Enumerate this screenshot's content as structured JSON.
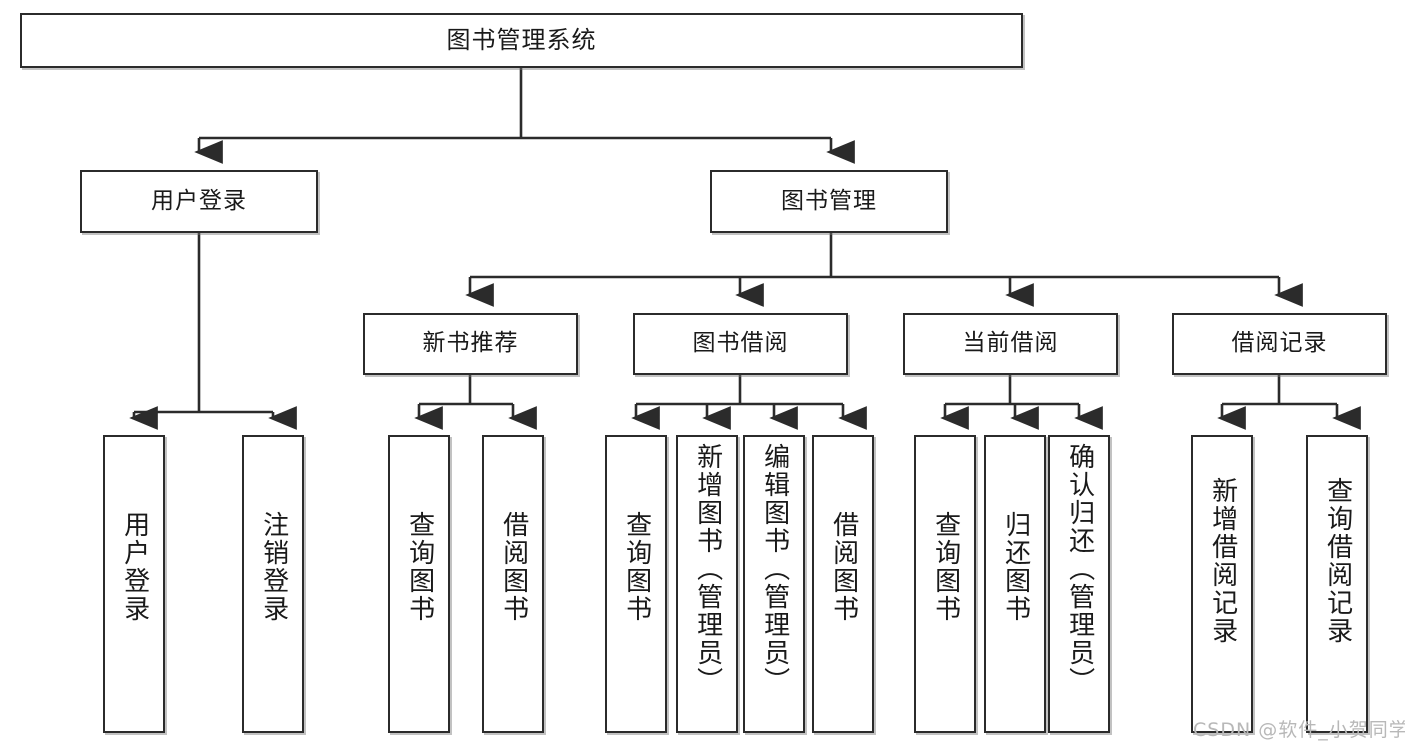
{
  "diagram": {
    "type": "tree",
    "title": "图书管理系统",
    "watermark": "CSDN @软件_小贺同学",
    "colors": {
      "node_border": "#2b2b2b",
      "node_fill": "#ffffff",
      "edge": "#2b2b2b",
      "text": "#1a1a1a",
      "watermark": "#b8b8b8"
    },
    "root": {
      "label": "图书管理系统"
    },
    "level2": [
      {
        "label": "用户登录"
      },
      {
        "label": "图书管理"
      }
    ],
    "level3": [
      {
        "label": "新书推荐"
      },
      {
        "label": "图书借阅"
      },
      {
        "label": "当前借阅"
      },
      {
        "label": "借阅记录"
      }
    ],
    "leaves": {
      "user_login": [
        {
          "label": "用户登录"
        },
        {
          "label": "注销登录"
        }
      ],
      "new_book_recommend": [
        {
          "label": "查询图书"
        },
        {
          "label": "借阅图书"
        }
      ],
      "book_borrow": [
        {
          "label": "查询图书"
        },
        {
          "label": "新增图书（管理员）"
        },
        {
          "label": "编辑图书（管理员）"
        },
        {
          "label": "借阅图书"
        }
      ],
      "current_borrow": [
        {
          "label": "查询图书"
        },
        {
          "label": "归还图书"
        },
        {
          "label": "确认归还（管理员）"
        }
      ],
      "borrow_record": [
        {
          "label": "新增借阅记录"
        },
        {
          "label": "查询借阅记录"
        }
      ]
    }
  }
}
